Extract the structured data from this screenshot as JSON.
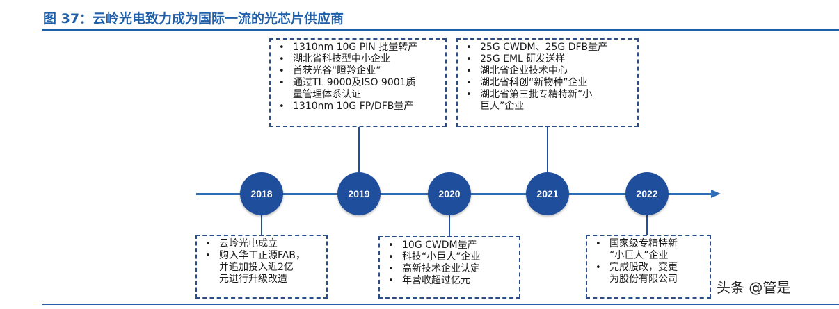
{
  "title": "图 37：云岭光电致力成为国际一流的光芯片供应商",
  "timeline": {
    "years": [
      "2018",
      "2019",
      "2020",
      "2021",
      "2022"
    ],
    "boxes": {
      "y2018": [
        "云岭光电成立",
        "购入华工正源FAB，\n并追加投入近2亿\n元进行升级改造"
      ],
      "y2019": [
        "1310nm 10G PIN 批量转产",
        "湖北省科技型中小企业",
        "首获光谷“瞪羚企业”",
        "通过TL 9000及ISO 9001质\n量管理体系认证",
        "1310nm 10G FP/DFB量产"
      ],
      "y2020": [
        "10G CWDM量产",
        "科技“小巨人”企业",
        "高新技术企业认定",
        "年营收超过亿元"
      ],
      "y2021": [
        "25G CWDM、25G DFB量产",
        "25G EML 研发送样",
        "湖北省企业技术中心",
        "湖北省科创“新物种”企业",
        "湖北省第三批专精特新“小\n巨人”企业"
      ],
      "y2022": [
        "国家级专精特新\n“小巨人”企业",
        "完成股改，变更\n为股份有限公司"
      ]
    },
    "bullet": "•"
  },
  "watermark": "头条 @管是",
  "colors": {
    "title": "#1f5ea8",
    "node": "#1f4e9c",
    "axis": "#2f6db5",
    "box_border": "#2a4e88"
  }
}
